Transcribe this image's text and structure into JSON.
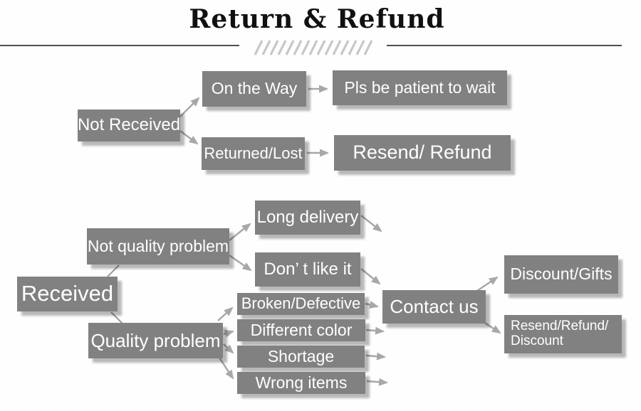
{
  "title": "Return & Refund",
  "colors": {
    "box_fill": "#818181",
    "box_text": "#ffffff",
    "arrow": "#a8a8a8",
    "connector_line": "#9b9b9b",
    "divider_line": "#4f4f4f",
    "hatch": "#c8c8c8",
    "title_text": "#111111"
  },
  "nodes": {
    "not_received": "Not Received",
    "on_the_way": "On the Way",
    "pls_be_patient": "Pls be patient to wait",
    "returned_lost": "Returned/Lost",
    "resend_refund": "Resend/ Refund",
    "received": "Received",
    "not_quality_problem": "Not quality problem",
    "long_delivery": "Long delivery",
    "dont_like_it": "Don’ t like it",
    "quality_problem": "Quality problem",
    "broken_defective": "Broken/Defective",
    "different_color": "Different color",
    "shortage": "Shortage",
    "wrong_items": "Wrong items",
    "contact_us": "Contact us",
    "discount_gifts": "Discount/Gifts",
    "resend_refund_discount_line1": "Resend/Refund/",
    "resend_refund_discount_line2": "Discount"
  }
}
